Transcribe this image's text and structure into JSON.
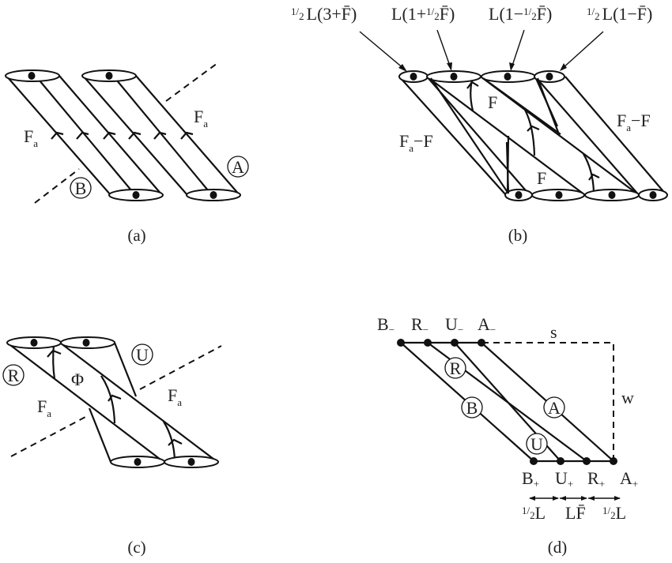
{
  "panels": {
    "a": {
      "caption": "(a)",
      "labels": {
        "flux_left": "F",
        "flux_left_sub": "a",
        "flux_right": "F",
        "flux_right_sub": "a",
        "ribbon_a": "A",
        "ribbon_b": "B"
      }
    },
    "b": {
      "caption": "(b)",
      "top_labels": [
        "½L(3+F̄)",
        "L(1+½F̄)",
        "L(1−½F̄)",
        "½L(1−F̄)"
      ],
      "top_label_parts": [
        {
          "pre": "1",
          "frac": "/",
          "den": "2",
          "main": "L(3+F̄)"
        },
        {
          "main1": "L(1+",
          "pre": "1",
          "frac": "/",
          "den": "2",
          "main2": "F̄)"
        },
        {
          "main1": "L(1−",
          "pre": "1",
          "frac": "/",
          "den": "2",
          "main2": "F̄)"
        },
        {
          "pre": "1",
          "frac": "/",
          "den": "2",
          "main": "L(1−F̄)"
        }
      ],
      "labels": {
        "left_flux": "F",
        "left_flux_sub": "a",
        "left_flux_rest": "−F",
        "right_flux": "F",
        "right_flux_sub": "a",
        "right_flux_rest": "−F",
        "inner_top": "F",
        "inner_bottom": "F"
      }
    },
    "c": {
      "caption": "(c)",
      "labels": {
        "ribbon_r": "R",
        "ribbon_u": "U",
        "phi": "Φ",
        "flux_left": "F",
        "flux_left_sub": "a",
        "flux_right": "F",
        "flux_right_sub": "a"
      }
    },
    "d": {
      "caption": "(d)",
      "top_points": [
        {
          "name": "B",
          "sign": "−"
        },
        {
          "name": "R",
          "sign": "−"
        },
        {
          "name": "U",
          "sign": "−"
        },
        {
          "name": "A",
          "sign": "−"
        }
      ],
      "bottom_points": [
        {
          "name": "B",
          "sign": "+"
        },
        {
          "name": "U",
          "sign": "+"
        },
        {
          "name": "R",
          "sign": "+"
        },
        {
          "name": "A",
          "sign": "+"
        }
      ],
      "s_label": "s",
      "w_label": "w",
      "ribbon_labels": [
        "R",
        "B",
        "A",
        "U"
      ],
      "spacings": [
        "½L",
        "LF̄",
        "½L"
      ]
    }
  }
}
